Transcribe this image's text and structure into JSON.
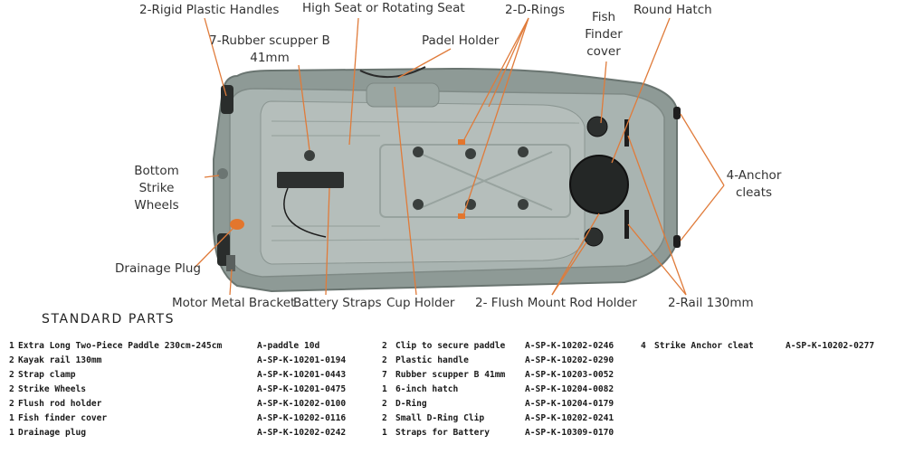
{
  "callouts": {
    "rigid_handles": "2-Rigid Plastic Handles",
    "high_seat": "High Seat or Rotating Seat",
    "d_rings": "2-D-Rings",
    "fish_finder_line1": "Fish",
    "fish_finder_line2": "Finder",
    "fish_finder_line3": "cover",
    "round_hatch": "Round Hatch",
    "rubber_scupper_line1": "7-Rubber scupper B",
    "rubber_scupper_line2": "41mm",
    "padel_holder": "Padel Holder",
    "bottom_strike_line1": "Bottom",
    "bottom_strike_line2": "Strike",
    "bottom_strike_line3": "Wheels",
    "anchor_cleats_line1": "4-Anchor",
    "anchor_cleats_line2": "cleats",
    "drainage_plug": "Drainage Plug",
    "motor_bracket": "Motor Metal Bracket",
    "battery_straps": "Battery Straps",
    "cup_holder": "Cup Holder",
    "flush_rod_holder": "2- Flush Mount Rod Holder",
    "rail": "2-Rail 130mm"
  },
  "colors": {
    "hull": "#8e9a96",
    "deck": "#a9b4b1",
    "leader_line": "#e07b3a",
    "accent_orange": "#e3762d"
  },
  "parts": {
    "title": "STANDARD PARTS",
    "col1": [
      {
        "qty": "1",
        "name": "Extra Long Two-Piece Paddle 230cm-245cm",
        "code": "A-paddle 10d"
      },
      {
        "qty": "2",
        "name": "Kayak rail 130mm",
        "code": "A-SP-K-10201-0194"
      },
      {
        "qty": "2",
        "name": "Strap clamp",
        "code": "A-SP-K-10201-0443"
      },
      {
        "qty": "2",
        "name": "Strike Wheels",
        "code": "A-SP-K-10201-0475"
      },
      {
        "qty": "2",
        "name": "Flush rod holder",
        "code": "A-SP-K-10202-0100"
      },
      {
        "qty": "1",
        "name": "Fish finder cover",
        "code": "A-SP-K-10202-0116"
      },
      {
        "qty": "1",
        "name": "Drainage plug",
        "code": "A-SP-K-10202-0242"
      }
    ],
    "col2": [
      {
        "qty": "2",
        "name": "Clip to secure paddle",
        "code": "A-SP-K-10202-0246"
      },
      {
        "qty": "2",
        "name": "Plastic handle",
        "code": "A-SP-K-10202-0290"
      },
      {
        "qty": "7",
        "name": "Rubber scupper B 41mm",
        "code": "A-SP-K-10203-0052"
      },
      {
        "qty": "1",
        "name": "6-inch hatch",
        "code": "A-SP-K-10204-0082"
      },
      {
        "qty": "2",
        "name": "D-Ring",
        "code": "A-SP-K-10204-0179"
      },
      {
        "qty": "2",
        "name": "Small D-Ring Clip",
        "code": "A-SP-K-10202-0241"
      },
      {
        "qty": "1",
        "name": "Straps for Battery",
        "code": "A-SP-K-10309-0170"
      }
    ],
    "col3": [
      {
        "qty": "4",
        "name": "Strike Anchor cleat",
        "code": "A-SP-K-10202-0277"
      }
    ]
  }
}
